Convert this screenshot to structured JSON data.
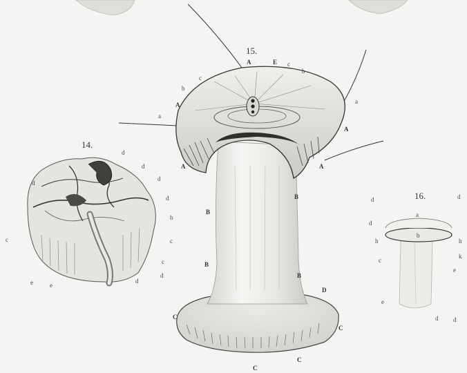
{
  "figures": {
    "fig14": {
      "number": "14.",
      "labels": [
        "d",
        "d",
        "d",
        "d",
        "d",
        "b",
        "c",
        "c",
        "e",
        "e",
        "d",
        "d",
        "c"
      ]
    },
    "fig15": {
      "number": "15.",
      "labels": {
        "A_top": "A",
        "E": "E",
        "c_top": "c",
        "b_top_right": "b",
        "b_left": "b",
        "c_left": "c",
        "A_left_upper": "A",
        "a_left": "a",
        "A_left_lower": "A",
        "A_right_lower": "A",
        "a_right": "a",
        "A_right": "A",
        "B1": "B",
        "B2": "B",
        "B3": "B",
        "B4": "B",
        "D": "D",
        "C_left": "C",
        "C_right": "C",
        "C_bottom": "C",
        "C_bottom_right": "C"
      }
    },
    "fig16": {
      "number": "16.",
      "labels": {
        "a": "a",
        "b": "b",
        "d_left": "d",
        "d_right": "d",
        "c_left": "c",
        "h_left": "h",
        "h_right": "h",
        "k": "k",
        "e_left": "e",
        "e_right": "e",
        "d_left2": "d",
        "d_bottom": "d",
        "d_bottom2": "d"
      }
    }
  },
  "colors": {
    "background": "#f4f4f2",
    "ink": "#3a3a3a",
    "shade": "#cfcfcb"
  }
}
